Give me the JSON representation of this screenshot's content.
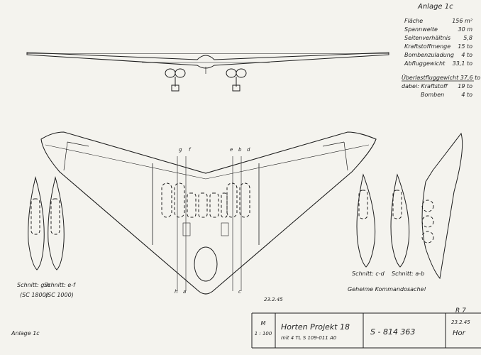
{
  "sheet": {
    "annex_top": "Anlage 1c",
    "annex_bottom": "Anlage 1c",
    "date_mid": "23.2.45",
    "secret_note": "Geheime Kommandosache!",
    "sheet_code": "R 7",
    "sheet_date": "23.2.45",
    "signature": "Hor"
  },
  "specs": [
    {
      "label": "Fläche",
      "value": "156 m²"
    },
    {
      "label": "Spannweite",
      "value": "30 m"
    },
    {
      "label": "Seitenverhältnis",
      "value": "5,8"
    },
    {
      "label": "Kraftstoffmenge",
      "value": "15 to"
    },
    {
      "label": "Bombenzuladung",
      "value": "4 to"
    },
    {
      "label": "Abfluggewicht",
      "value": "33,1 to"
    }
  ],
  "overload": {
    "title": "Überlastfluggewicht 37,6 to",
    "lines": [
      {
        "label": "dabei: Kraftstoff",
        "value": "19 to"
      },
      {
        "label": "Bomben",
        "value": "4 to"
      }
    ]
  },
  "sections": {
    "gh": "Schnitt: g-h",
    "gh_sub": "(SC 1800)",
    "ef": "Schnitt: e-f",
    "ef_sub": "(SC 1000)",
    "cd": "Schnitt: c-d",
    "ab": "Schnitt: a-b"
  },
  "cut_marks": [
    "a",
    "b",
    "c",
    "d",
    "e",
    "f",
    "g",
    "h"
  ],
  "title_block": {
    "scale_label": "M",
    "scale_value": "1 : 100",
    "project": "Horten Projekt 18",
    "engines": "mit 4 TL S 109-011 A0",
    "drawing_no": "S - 814 363"
  }
}
